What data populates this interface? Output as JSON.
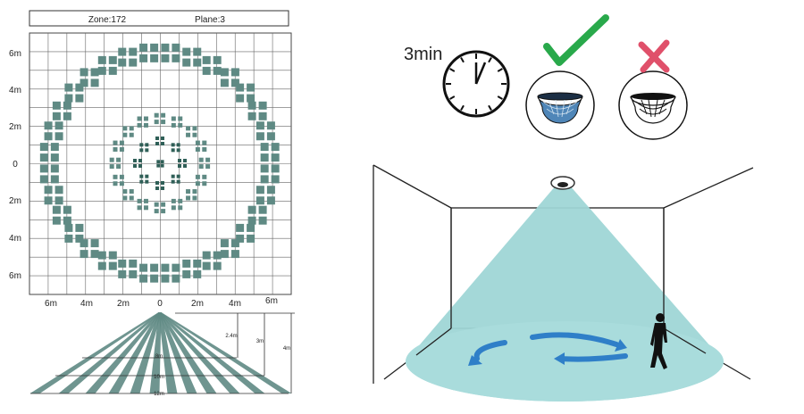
{
  "header": {
    "zone_text": "Zone:172",
    "plane_text": "Plane:3"
  },
  "grid": {
    "y_labels": [
      "6m",
      "4m",
      "2m",
      "0",
      "2m",
      "4m",
      "6m"
    ],
    "x_labels": [
      "6m",
      "4m",
      "2m",
      "0",
      "2m",
      "4m",
      "6m"
    ],
    "rings": [
      {
        "name": "inner",
        "count": 8
      },
      {
        "name": "middle",
        "count": 16
      },
      {
        "name": "outer",
        "count": 32
      }
    ]
  },
  "side_view": {
    "heights": [
      "2.4m",
      "3m",
      "4m"
    ],
    "spans": [
      "8m",
      "10m",
      "12m"
    ]
  },
  "timer": {
    "label": "3min"
  },
  "lens": {
    "good_icon": "check-icon",
    "bad_icon": "cross-icon"
  },
  "colors": {
    "zone": "#5f8a84",
    "zone_inner": "#2f5f57",
    "cone": "#9fd6d6",
    "arrow": "#2f7fc8",
    "check": "#29a94b",
    "cross": "#e0506a"
  }
}
